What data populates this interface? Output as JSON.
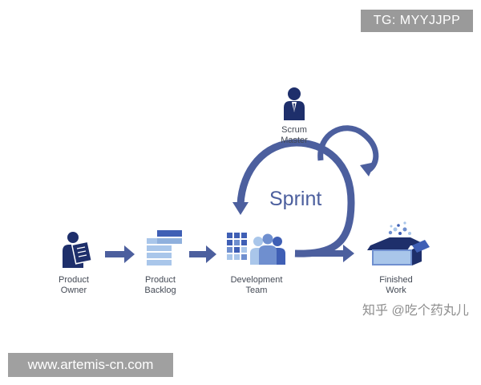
{
  "badges": {
    "telegram": "TG: MYYJJPP",
    "url": "www.artemis-cn.com"
  },
  "roles": {
    "scrum_master": [
      "Scrum",
      "Master"
    ],
    "product_owner": [
      "Product",
      "Owner"
    ],
    "product_backlog": [
      "Product",
      "Backlog"
    ],
    "development_team": [
      "Development",
      "Team"
    ],
    "finished_work": [
      "Finished",
      "Work"
    ]
  },
  "sprint_label": "Sprint",
  "watermark": "知乎 @吃个药丸儿",
  "colors": {
    "navy": "#1e2f6b",
    "arrow": "#4c5f9e",
    "light_blue": "#a9c6ea",
    "mid_blue": "#6f8fcf"
  }
}
